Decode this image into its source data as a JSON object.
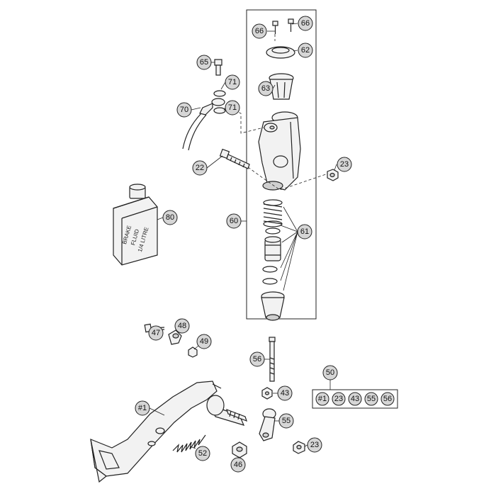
{
  "callouts": {
    "c66a": "66",
    "c66b": "66",
    "c62": "62",
    "c63": "63",
    "c65": "65",
    "c71a": "71",
    "c71b": "71",
    "c70": "70",
    "c22": "22",
    "c23a": "23",
    "c80": "80",
    "c60": "60",
    "c61": "61",
    "c47": "47",
    "c48": "48",
    "c49": "49",
    "c56": "56",
    "c50": "50",
    "c43": "43",
    "c1": "#1",
    "c55": "55",
    "c52": "52",
    "c46": "46",
    "c23b": "23"
  },
  "kit_50": [
    "#1",
    "23",
    "43",
    "55",
    "56"
  ],
  "bottle_label": [
    "BRAKE",
    "FLUID",
    "1/4 LITRE"
  ]
}
